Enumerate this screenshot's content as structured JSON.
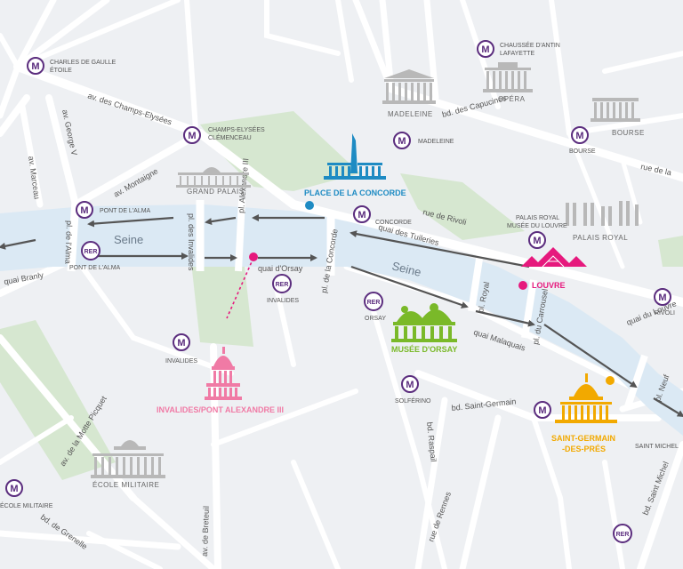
{
  "colors": {
    "background": "#eef0f3",
    "street": "#ffffff",
    "river": "#dbe9f4",
    "park": "#d6e7d0",
    "metro": "#5b2d7e",
    "arrow": "#555555",
    "concorde": "#1e8bc3",
    "louvre": "#e6197d",
    "orsay": "#7ab929",
    "invalides": "#f07aa5",
    "saint_germain": "#f2a900",
    "monument_grey": "#b8b8b8"
  },
  "river": {
    "label_1": "Seine",
    "label_2": "Seine"
  },
  "metro_stations": [
    {
      "label": "CHARLES DE GAULLE",
      "label2": "ÉTOILE"
    },
    {
      "label": "CHAUSSÉE D'ANTIN",
      "label2": "LAFAYETTE"
    },
    {
      "label": "CHAMPS-ELYSÉES",
      "label2": "CLÉMENCEAU"
    },
    {
      "label": "MADELEINE",
      "label2": ""
    },
    {
      "label": "BOURSE",
      "label2": ""
    },
    {
      "label": "PONT DE L'ALMA",
      "label2": ""
    },
    {
      "label": "CONCORDE",
      "label2": ""
    },
    {
      "label": "PALAIS ROYAL",
      "label2": "MUSÉE DU LOUVRE"
    },
    {
      "label": "RIVOLI",
      "label2": ""
    },
    {
      "label": "INVALIDES",
      "label2": ""
    },
    {
      "label": "SOLFÉRINO",
      "label2": ""
    },
    {
      "label": "SAINT MICHEL",
      "label2": ""
    },
    {
      "label": "ÉCOLE MILITAIRE",
      "label2": ""
    }
  ],
  "rer_stations": [
    {
      "label": "PONT DE L'ALMA"
    },
    {
      "label": "INVALIDES"
    },
    {
      "label": "ORSAY"
    },
    {
      "label": ""
    }
  ],
  "metro_letter": "M",
  "rer_text": "RER",
  "streets": {
    "champs_elysees": "av. des Champs-Elysées",
    "george_v": "av. George V",
    "marceau": "av. Marceau",
    "montaigne": "av. Montaigne",
    "capucines": "bd. des Capucines",
    "rue_de_la": "rue de la",
    "rivoli": "rue de Rivoli",
    "tuileries": "quai des Tuileries",
    "alma": "pl. de l'Alma",
    "invalides_pl": "pl. des Invalides",
    "alexandre": "pl. Alexandre III",
    "orsay_quai": "quai d'Orsay",
    "branly": "quai Branly",
    "concorde_pl": "pl. de la Concorde",
    "royal": "pl. Royal",
    "carrousel": "pl. du Carrousel",
    "malaquais": "quai Malaquais",
    "quai_louvre": "quai du Louvre",
    "pont_neuf": "pl. Neuf",
    "saint_germain": "bd. Saint-Germain",
    "raspail": "bd. Raspail",
    "rennes": "rue de Rennes",
    "motte_picquet": "av. de la Motte Picquet",
    "breteuil": "av. de Breteuil",
    "grenelle": "bd. de Grenelle",
    "saint_michel": "bd. Saint Michel"
  },
  "monuments": {
    "madeleine": "MADELEINE",
    "opera": "OPÉRA",
    "bourse": "BOURSE",
    "grand_palais": "GRAND PALAIS",
    "palais_royal": "PALAIS ROYAL",
    "ecole_militaire": "ÉCOLE MILITAIRE"
  },
  "sites": {
    "concorde": "PLACE DE LA CONCORDE",
    "louvre": "LOUVRE",
    "orsay": "MUSÉE D'ORSAY",
    "invalides": "INVALIDES/PONT ALEXANDRE III",
    "saint_germain_1": "SAINT-GERMAIN",
    "saint_germain_2": "-DES-PRÉS"
  }
}
